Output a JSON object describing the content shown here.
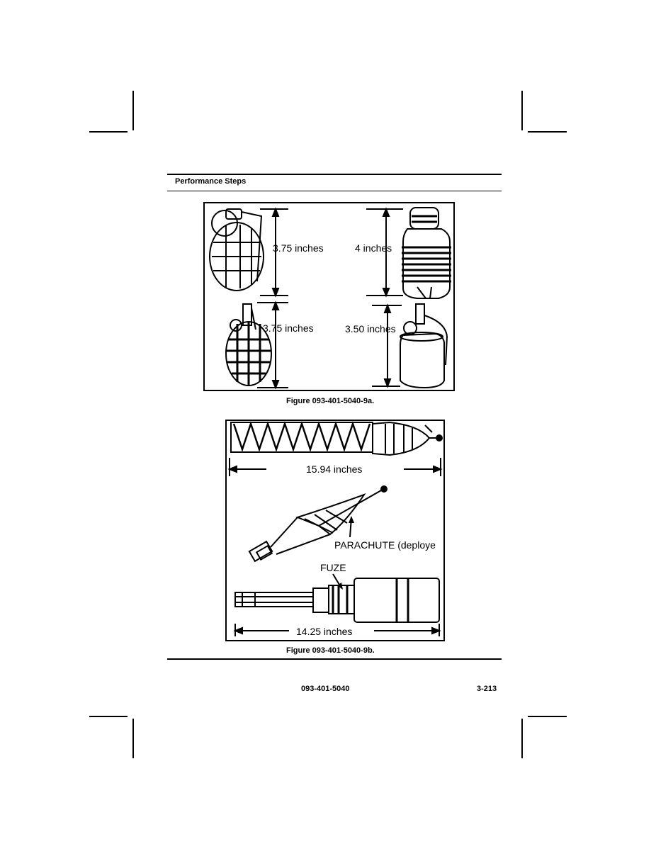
{
  "header": {
    "title": "Performance Steps"
  },
  "figure_a": {
    "caption": "Figure 093-401-5040-9a.",
    "labels": [
      "3.75 inches",
      "4 inches",
      "3.75 inches",
      "3.50 inches"
    ]
  },
  "figure_b": {
    "caption": "Figure 093-401-5040-9b.",
    "labels": {
      "top_length": "15.94 inches",
      "parachute": "PARACHUTE (deploye",
      "fuze": "FUZE",
      "bottom_length": "14.25 inches"
    }
  },
  "footer": {
    "doc_number": "093-401-5040",
    "page_number": "3-213"
  }
}
